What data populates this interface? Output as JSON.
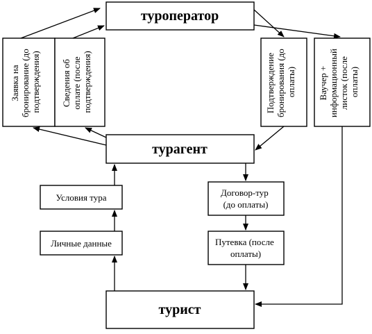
{
  "nodes": {
    "operator": "туроператор",
    "agent": "турагент",
    "tourist": "турист",
    "request": [
      "Заявка на",
      "бронирование (до",
      "подтверждения)"
    ],
    "payment_info": [
      "Сведения об",
      "оплате (после",
      "подтверждения)"
    ],
    "confirmation": [
      "Подтверждение",
      "бронирования (до",
      "оплаты)"
    ],
    "voucher": [
      "Ваучер +",
      "информационный",
      "листок (после",
      "оплаты)"
    ],
    "tour_terms": "Условия тура",
    "personal_data": "Личные данные",
    "contract": [
      "Договор-тур",
      "(до оплаты)"
    ],
    "voucher_ticket": [
      "Путевка (после",
      "оплаты)"
    ]
  }
}
